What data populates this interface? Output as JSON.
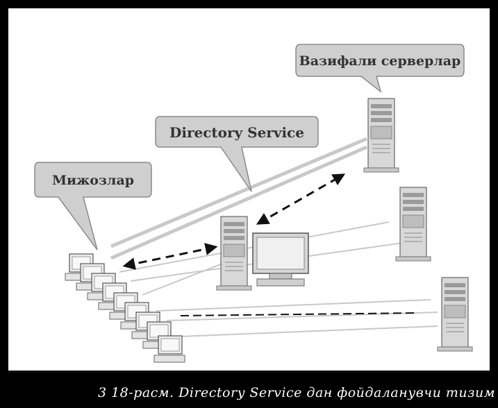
{
  "diagram": {
    "callouts": {
      "servers": "Вазифали серверлар",
      "directory": "Directory Service",
      "clients": "Мижозлар"
    },
    "caption": "3 18-расм. Directory Service дан фойдаланувчи тизим",
    "colors": {
      "callout_fill": "#cfcfcf",
      "callout_stroke": "#8a8a8a",
      "link_line": "#c8c8c8",
      "arrow": "#111111",
      "background": "#ffffff",
      "frame": "#000000"
    },
    "icons": [
      "server-tower-icon",
      "desktop-computer-icon",
      "client-pc-icon"
    ]
  }
}
